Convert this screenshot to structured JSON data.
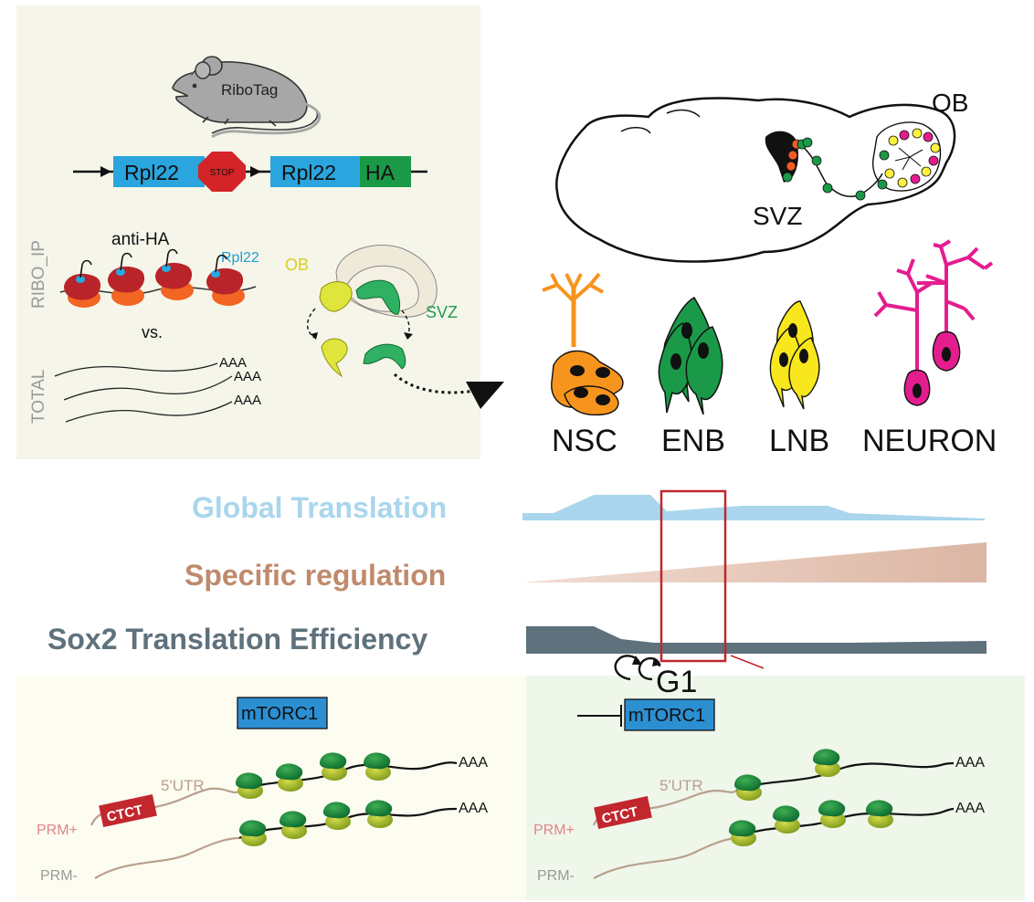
{
  "mouse": {
    "label": "RiboTag"
  },
  "construct": {
    "gene1": "Rpl22",
    "stop": "STOP",
    "gene2": "Rpl22",
    "tag": "HA"
  },
  "ribo_ip": {
    "side_label": "RIBO_IP",
    "antibody": "anti-HA",
    "protein": "Rpl22"
  },
  "vs_label": "vs.",
  "total": {
    "side_label": "TOTAL",
    "polyA": [
      "AAA",
      "AAA",
      "AAA"
    ]
  },
  "brain_slices": {
    "ob": "OB",
    "svz": "SVZ"
  },
  "sagittal_brain": {
    "ob": "OB",
    "svz": "SVZ"
  },
  "cell_types": [
    "NSC",
    "ENB",
    "LNB",
    "NEURON"
  ],
  "tracks": {
    "global": {
      "label": "Global Translation",
      "color": "#a9d6ec"
    },
    "specific": {
      "label": "Specific regulation",
      "color": "#c08a6c"
    },
    "sox2": {
      "label": "Sox2 Translation Efficiency",
      "color": "#5e717c"
    }
  },
  "g1_label": "G1",
  "left_panel": {
    "mtorc1": "mTORC1",
    "utr": "5'UTR",
    "motif": "CTCT",
    "prm_plus": "PRM+",
    "prm_minus": "PRM-",
    "polyA_top": "AAA",
    "polyA_bottom": "AAA"
  },
  "right_panel": {
    "mtorc1": "mTORC1",
    "utr": "5'UTR",
    "motif": "CTCT",
    "prm_plus": "PRM+",
    "prm_minus": "PRM-",
    "polyA_top": "AAA",
    "polyA_bottom": "AAA"
  }
}
